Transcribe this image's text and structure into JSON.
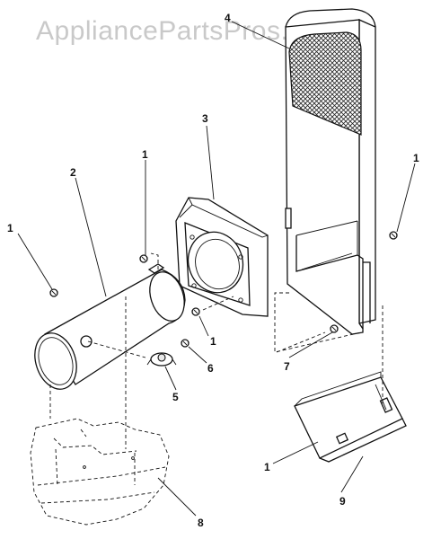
{
  "watermark": "AppliancePartsPros.com",
  "callouts": {
    "c1a": "1",
    "c1b": "1",
    "c1c": "1",
    "c1d": "1",
    "c1e": "1",
    "c2": "2",
    "c3": "3",
    "c4": "4",
    "c5": "5",
    "c6": "6",
    "c7": "7",
    "c8": "8",
    "c9": "9"
  }
}
